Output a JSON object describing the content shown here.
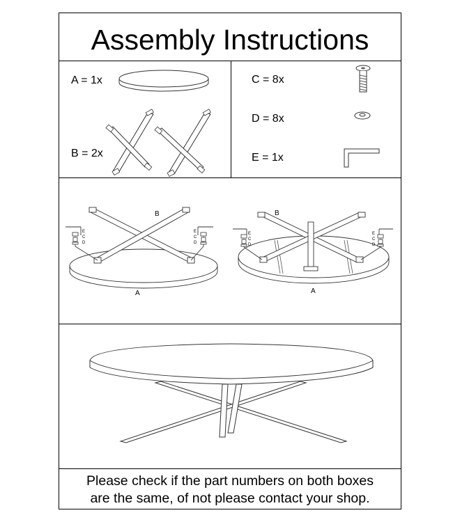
{
  "document": {
    "title": "Assembly Instructions",
    "parts": [
      {
        "id": "A",
        "label": "A = 1x"
      },
      {
        "id": "B",
        "label": "B = 2x"
      },
      {
        "id": "C",
        "label": "C = 8x"
      },
      {
        "id": "D",
        "label": "D = 8x"
      },
      {
        "id": "E",
        "label": "E = 1x"
      }
    ],
    "diagram_labels": {
      "top": "A",
      "frame": "B",
      "bolt": "C",
      "washer": "D",
      "key": "E"
    },
    "note_lines": [
      "Please check if the part numbers on both boxes",
      "are the same, of not please contact your shop."
    ]
  }
}
